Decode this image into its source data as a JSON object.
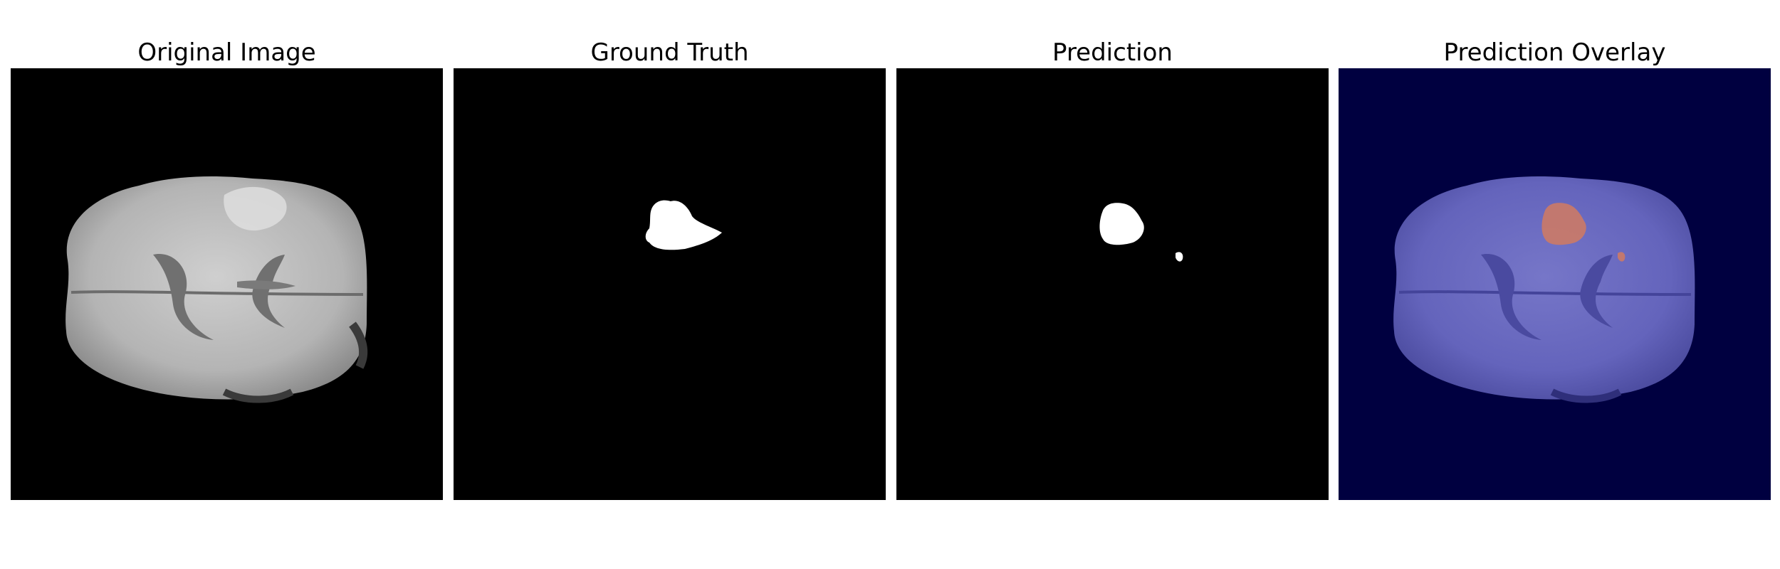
{
  "figure": {
    "panels": [
      {
        "title": "Original Image"
      },
      {
        "title": "Ground Truth"
      },
      {
        "title": "Prediction"
      },
      {
        "title": "Prediction Overlay"
      }
    ]
  },
  "colors": {
    "background": "#000000",
    "brain_tissue": "#bdbdbd",
    "ventricle": "#6e6e6e",
    "mask": "#ffffff",
    "overlay_background": "#000040",
    "overlay_brain": "#6a6ac4",
    "overlay_tumor": "#cc7a66"
  }
}
